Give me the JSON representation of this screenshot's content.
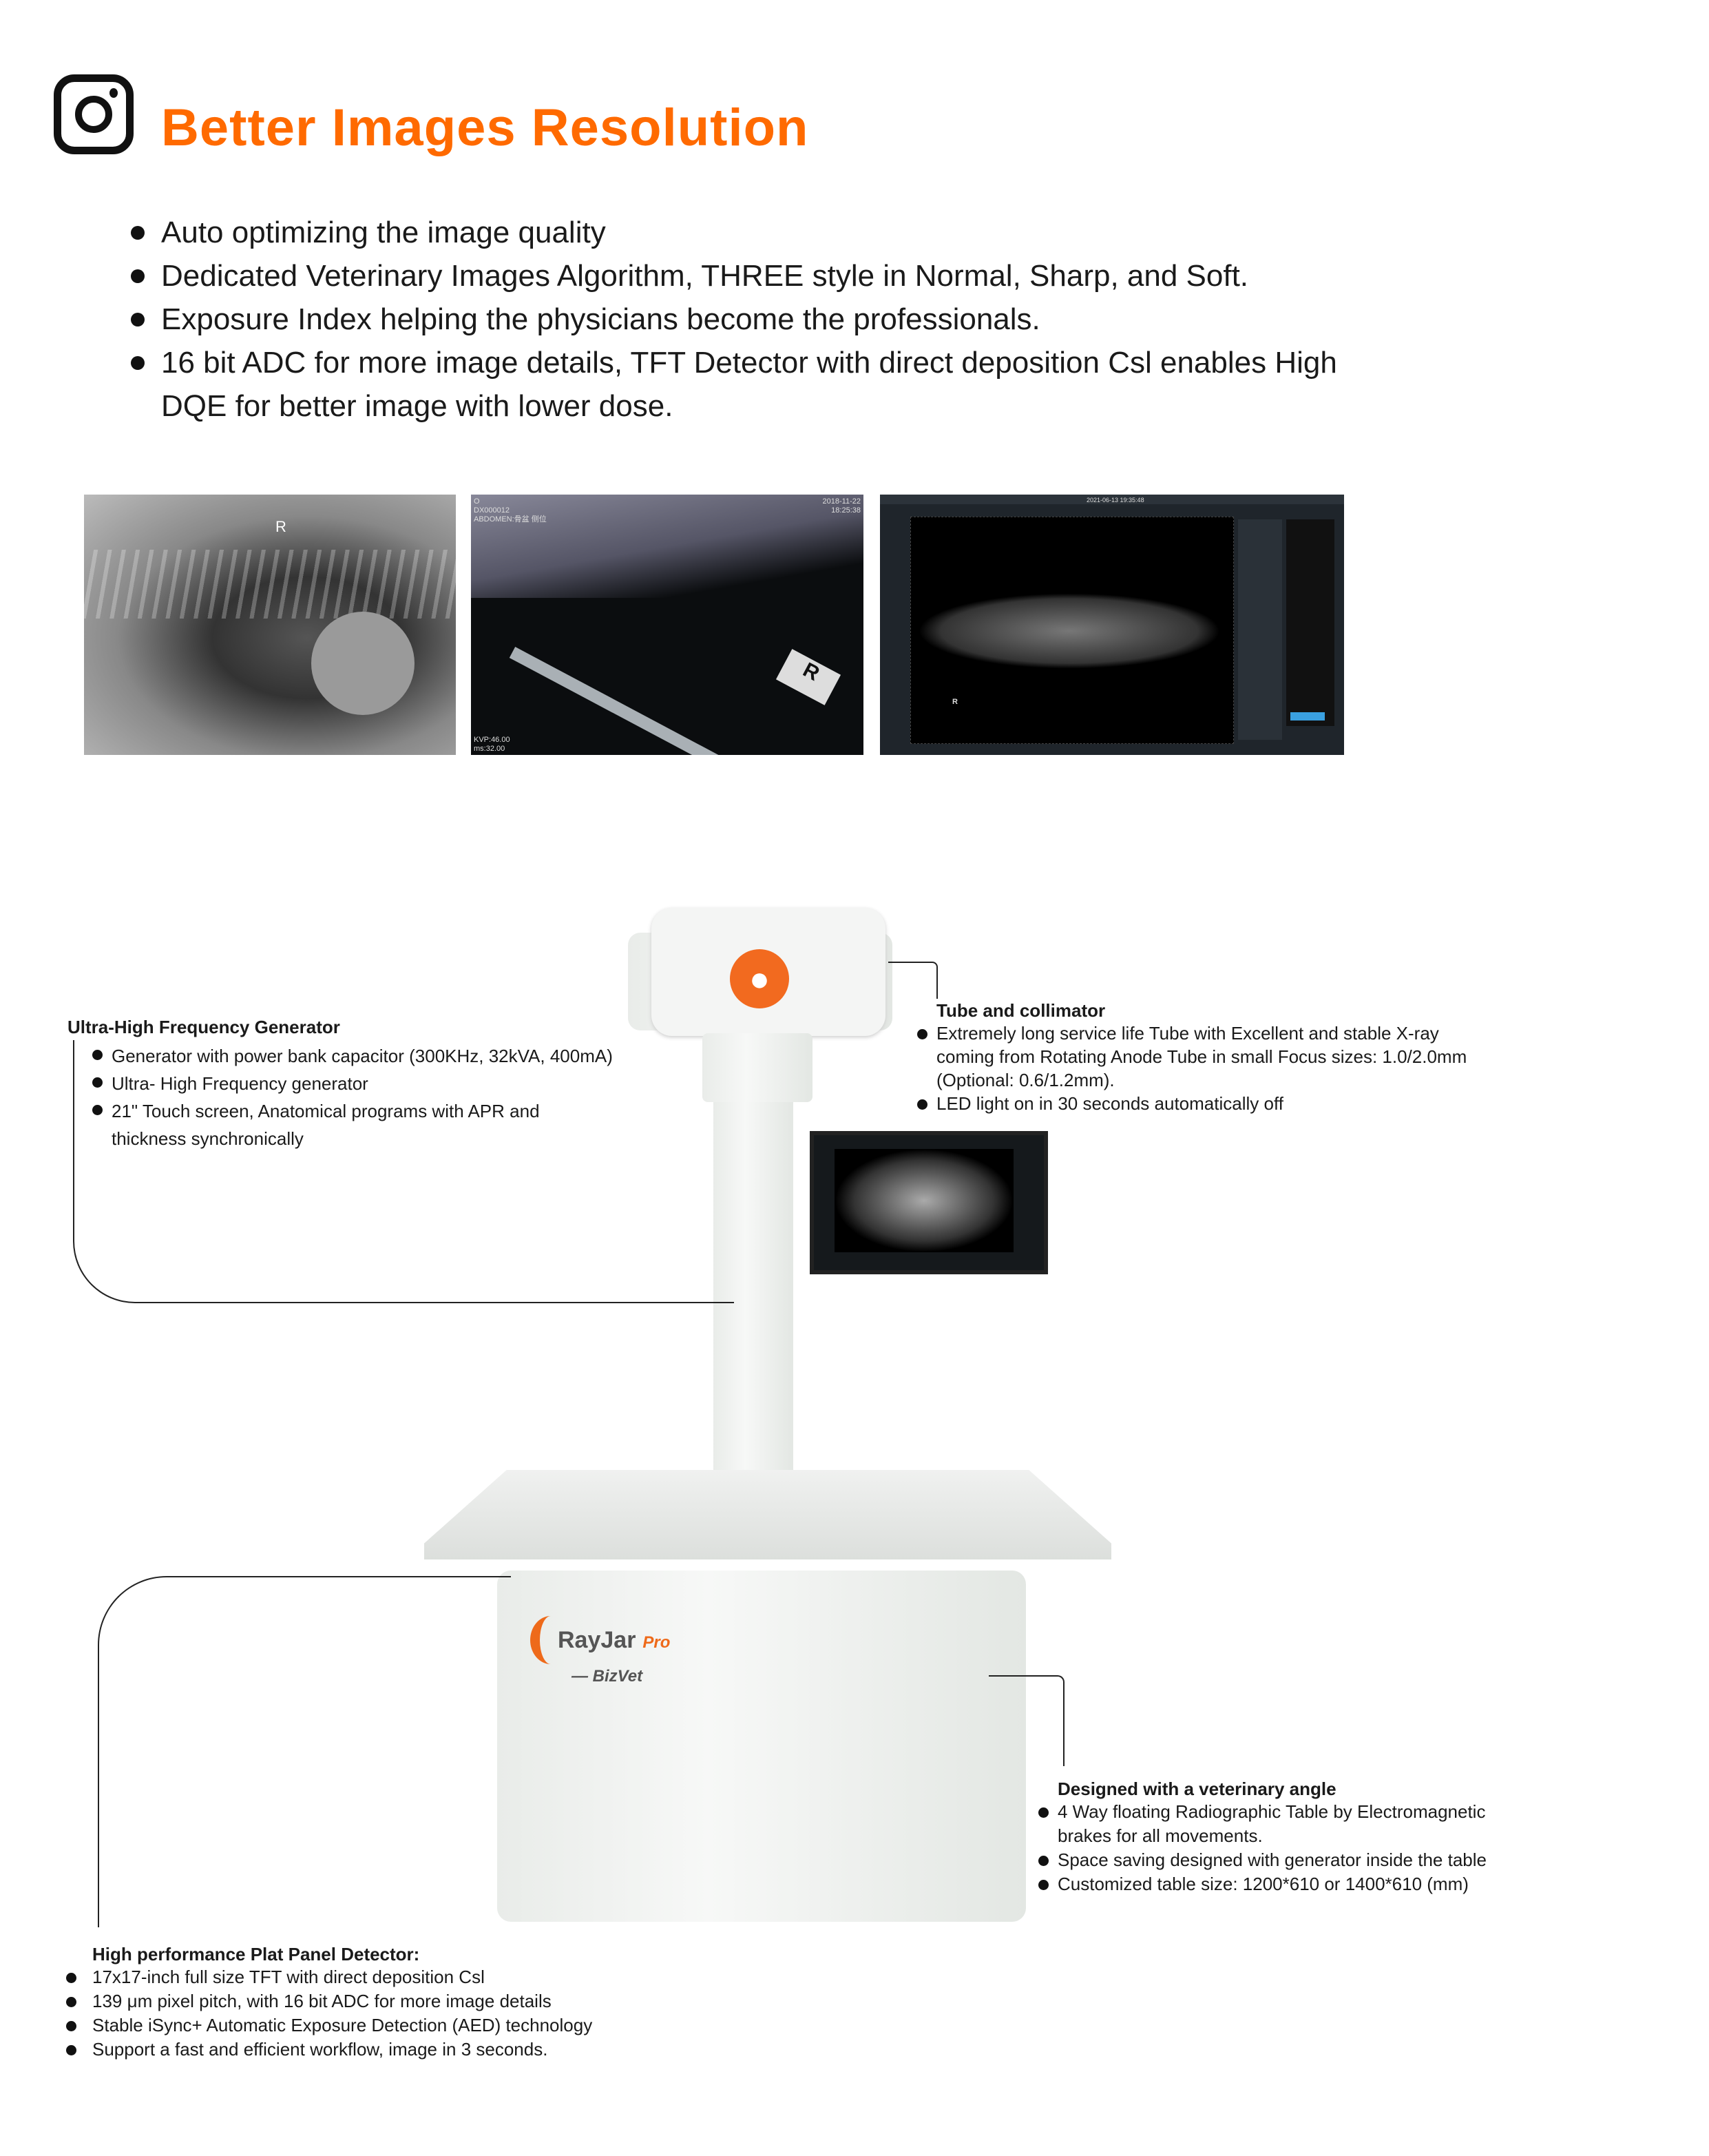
{
  "header": {
    "title": "Better Images Resolution",
    "icon": "camera-icon"
  },
  "features": [
    "Auto optimizing the image quality",
    "Dedicated Veterinary Images Algorithm, THREE style in Normal, Sharp, and Soft.",
    "Exposure Index helping the physicians become the professionals.",
    "16 bit ADC for more image details, TFT Detector with direct deposition Csl enables High DQE for better image with lower dose."
  ],
  "images": {
    "img1": {
      "marker": "R"
    },
    "img2": {
      "id": "O",
      "patient": "DX000012",
      "region": "ABDOMEN:骨盆 侧位",
      "date": "2018-11-22",
      "time": "18:25:38",
      "kvp": "KVP:46.00",
      "ms": "ms:32.00",
      "marker": "R"
    },
    "img3": {
      "datetime": "2021-06-13 19:35:48",
      "marker": "R"
    }
  },
  "product": {
    "brand": "RayJar",
    "brand_suffix": "Pro",
    "sub": "— BizVet",
    "accent": "#ff6a00"
  },
  "callouts": {
    "generator": {
      "title": "Ultra-High Frequency Generator",
      "items": [
        "Generator with power bank capacitor (300KHz, 32kVA, 400mA)",
        "Ultra- High Frequency generator",
        "21\" Touch screen, Anatomical programs with APR and thickness synchronically"
      ]
    },
    "tube": {
      "title": "Tube and collimator",
      "items": [
        "Extremely long service life Tube with Excellent and stable X-ray coming from Rotating Anode Tube in small Focus sizes: 1.0/2.0mm (Optional: 0.6/1.2mm).",
        "LED light on in 30 seconds automatically off"
      ]
    },
    "table": {
      "title": "Designed with a veterinary angle",
      "items": [
        "4 Way floating Radiographic Table by Electromagnetic brakes for all movements.",
        "Space saving designed with generator inside the table",
        "Customized table size: 1200*610 or 1400*610 (mm)"
      ]
    },
    "detector": {
      "title": "High performance Plat Panel Detector:",
      "items": [
        "17x17-inch full size TFT with direct deposition Csl",
        "139 μm pixel pitch, with 16 bit ADC for more image details",
        "Stable iSync+ Automatic Exposure Detection (AED) technology",
        "Support a fast and efficient workflow, image in 3 seconds."
      ]
    }
  }
}
